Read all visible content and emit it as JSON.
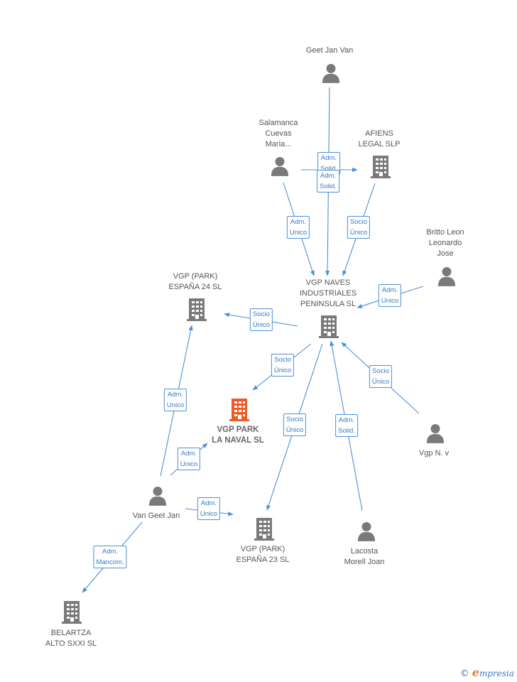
{
  "colors": {
    "edge": "#4a90d9",
    "node": "#7a7a7a",
    "highlight": "#f05a28"
  },
  "nodes": [
    {
      "id": "geet",
      "kind": "person",
      "label": [
        "Geet Jan Van"
      ]
    },
    {
      "id": "salamanca",
      "kind": "person",
      "label": [
        "Salamanca",
        "Cuevas",
        "Maria..."
      ]
    },
    {
      "id": "afiens",
      "kind": "company",
      "label": [
        "AFIENS",
        "LEGAL  SLP"
      ]
    },
    {
      "id": "britto",
      "kind": "person",
      "label": [
        "Britto Leon",
        "Leonardo",
        "Jose"
      ]
    },
    {
      "id": "vgpnaves",
      "kind": "company",
      "label": [
        "VGP NAVES",
        "INDUSTRIALES",
        "PENINSULA  SL"
      ]
    },
    {
      "id": "vgp24",
      "kind": "company",
      "label": [
        "VGP (PARK)",
        "ESPAÑA 24  SL"
      ]
    },
    {
      "id": "vgpnaval",
      "kind": "company",
      "main": true,
      "label": [
        "VGP PARK",
        "LA NAVAL  SL"
      ]
    },
    {
      "id": "vgpnv",
      "kind": "person",
      "label": [
        "Vgp N. v"
      ]
    },
    {
      "id": "vangeet",
      "kind": "person",
      "label": [
        "Van Geet Jan"
      ]
    },
    {
      "id": "vgp23",
      "kind": "company",
      "label": [
        "VGP (PARK)",
        "ESPAÑA 23  SL"
      ]
    },
    {
      "id": "lacosta",
      "kind": "person",
      "label": [
        "Lacosta",
        "Morell Joan"
      ]
    },
    {
      "id": "belartza",
      "kind": "company",
      "label": [
        "BELARTZA",
        "ALTO SXXI  SL"
      ]
    }
  ],
  "edges": [
    {
      "label": [
        "Adm.",
        "Solid."
      ]
    },
    {
      "label": [
        "Adm.",
        "Solid."
      ]
    },
    {
      "label": [
        "Adm.",
        "Unico"
      ]
    },
    {
      "label": [
        "Socio",
        "Único"
      ]
    },
    {
      "label": [
        "Adm.",
        "Unico"
      ]
    },
    {
      "label": [
        "Socio",
        "Único"
      ]
    },
    {
      "label": [
        "Socio",
        "Único"
      ]
    },
    {
      "label": [
        "Socio",
        "Único"
      ]
    },
    {
      "label": [
        "Socio",
        "Único"
      ]
    },
    {
      "label": [
        "Adm.",
        "Solid."
      ]
    },
    {
      "label": [
        "Adm.",
        "Unico"
      ]
    },
    {
      "label": [
        "Adm.",
        "Unico"
      ]
    },
    {
      "label": [
        "Adm.",
        "Unico"
      ]
    },
    {
      "label": [
        "Adm.",
        "Mancom."
      ]
    }
  ],
  "footer": {
    "copyright": "©",
    "brand_initial": "e",
    "brand_rest": "mpresia"
  }
}
